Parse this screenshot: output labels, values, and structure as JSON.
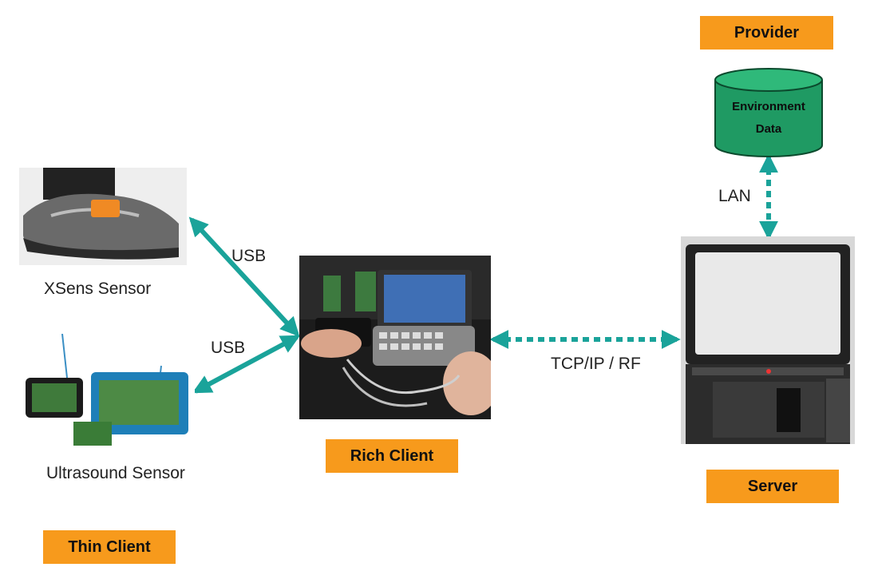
{
  "labels": {
    "provider": "Provider",
    "environment_data_line1": "Environment",
    "environment_data_line2": "Data",
    "lan": "LAN",
    "usb_top": "USB",
    "usb_bottom": "USB",
    "xsens_sensor": "XSens Sensor",
    "ultrasound_sensor": "Ultrasound Sensor",
    "thin_client": "Thin Client",
    "rich_client": "Rich Client",
    "tcp_ip_rf": "TCP/IP / RF",
    "server": "Server"
  },
  "colors": {
    "tag_orange": "#f79a1c",
    "arrow_teal": "#1aa39a",
    "database_green": "#1f9a63"
  }
}
